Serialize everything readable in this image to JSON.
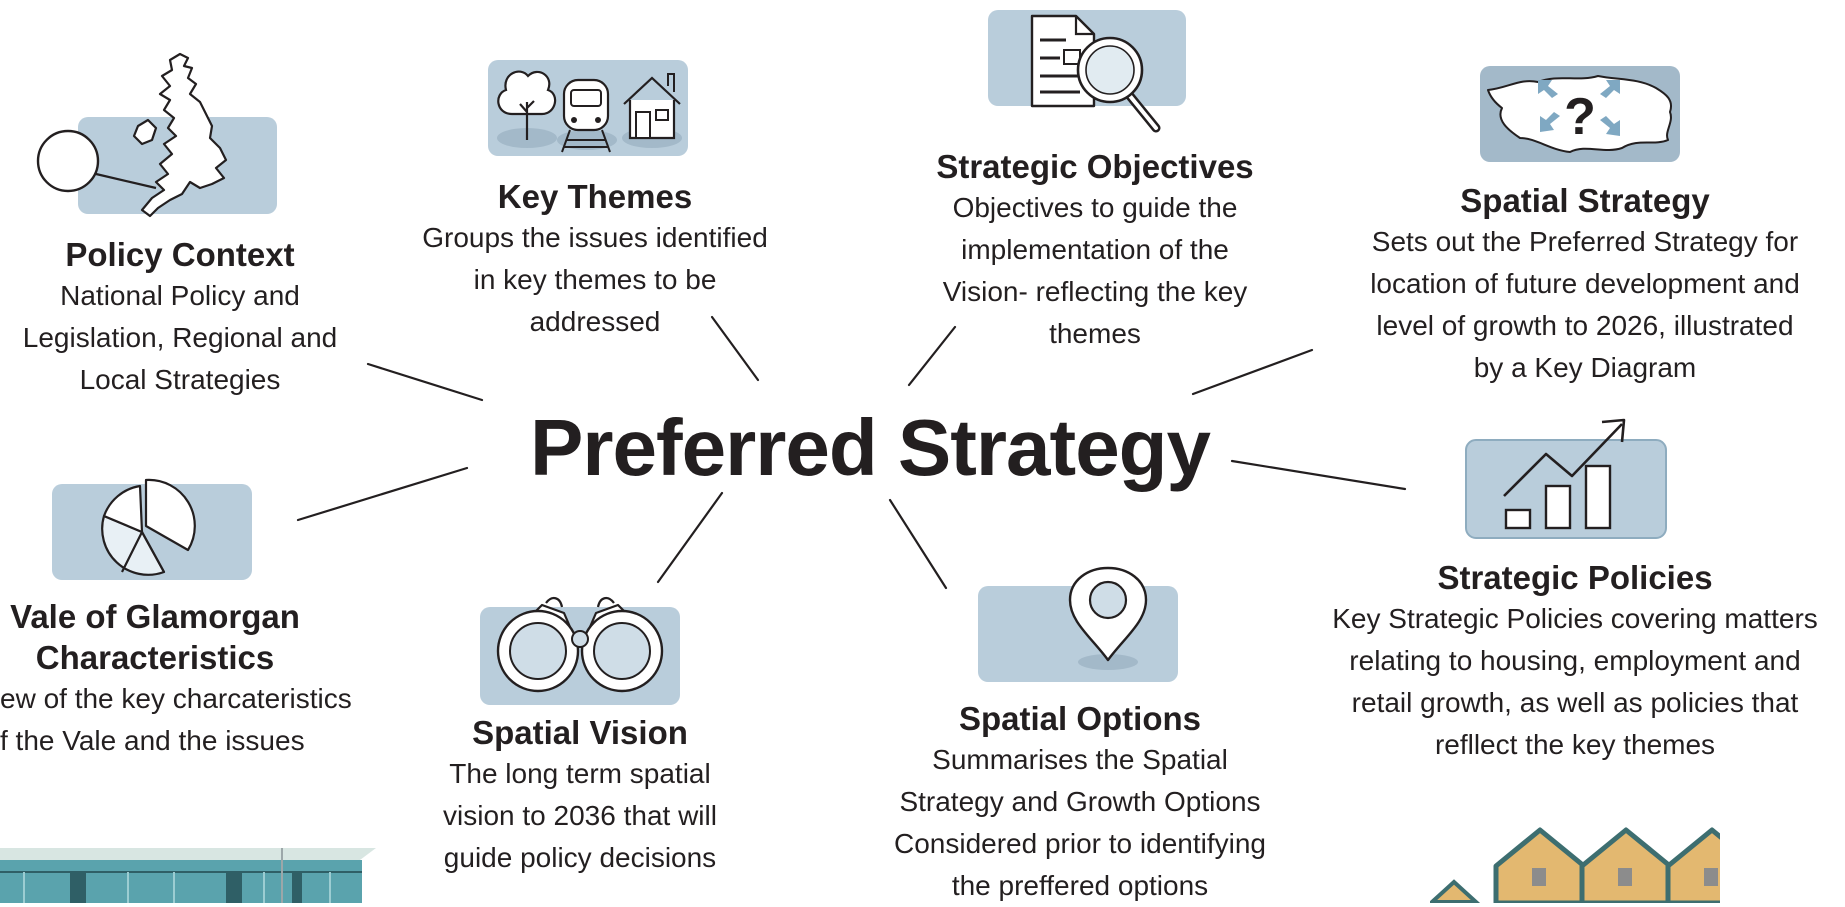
{
  "center": {
    "title": "Preferred Strategy"
  },
  "nodes": {
    "policy_context": {
      "title": "Policy Context",
      "lines": [
        "National Policy and",
        "Legislation, Regional and",
        "Local Strategies"
      ]
    },
    "key_themes": {
      "title": "Key Themes",
      "lines": [
        "Groups the issues identified",
        "in key themes to be",
        "addressed"
      ]
    },
    "strategic_objectives": {
      "title": "Strategic Objectives",
      "lines": [
        "Objectives to guide the",
        "implementation of the",
        "Vision- reflecting the key",
        "themes"
      ]
    },
    "spatial_strategy": {
      "title": "Spatial Strategy",
      "lines": [
        "Sets out the Preferred Strategy for",
        "location of future development and",
        "level of growth to 2026, illustrated",
        "by a Key Diagram"
      ]
    },
    "vale_characteristics": {
      "title_lines": [
        "Vale of Glamorgan",
        "Characteristics"
      ],
      "lines": [
        "ew of the key charcateristics",
        "f the Vale and the issues"
      ]
    },
    "spatial_vision": {
      "title": "Spatial Vision",
      "lines": [
        "The long term spatial",
        "vision to 2036 that will",
        "guide policy decisions"
      ]
    },
    "spatial_options": {
      "title": "Spatial Options",
      "lines": [
        "Summarises the Spatial",
        "Strategy and Growth Options",
        "Considered prior to identifying",
        "the preffered options"
      ]
    },
    "strategic_policies": {
      "title": "Strategic Policies",
      "lines": [
        "Key Strategic Policies covering matters",
        "relating to housing, employment and",
        "retail growth, as well as policies that",
        "refllect the key themes"
      ]
    }
  },
  "icons": {
    "policy_context": "uk-map-magnifier-icon",
    "key_themes": "tree-train-house-icon",
    "strategic_objectives": "document-magnifier-icon",
    "spatial_strategy": "question-map-icon",
    "vale_characteristics": "pie-chart-icon",
    "spatial_vision": "binoculars-icon",
    "spatial_options": "map-pin-icon",
    "strategic_policies": "growth-chart-icon"
  },
  "colors": {
    "icon_panel": "#b9cddb",
    "panel_dark": "#a3b9c9",
    "stroke": "#231f20",
    "arrow_blue": "#7fa8c2",
    "house_orange": "#e3b870",
    "house_teal": "#3d6e70",
    "building_teal": "#5aa3ad"
  }
}
